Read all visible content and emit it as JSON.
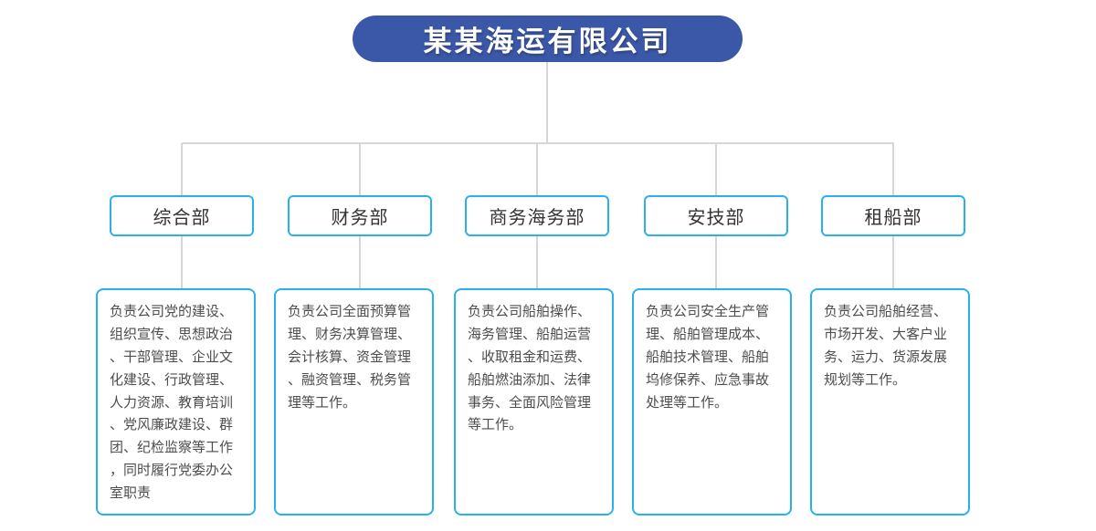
{
  "company": {
    "name": "某某海运有限公司"
  },
  "departments": [
    {
      "name": "综合部",
      "description": "负责公司党的建设、组织宣传、思想政治、干部管理、企业文化建设、行政管理、人力资源、教育培训、党风廉政建设、群团、纪检监察等工作，同时履行党委办公室职责"
    },
    {
      "name": "财务部",
      "description": "负责公司全面预算管理、财务决算管理、会计核算、资金管理、融资管理、税务管理等工作。"
    },
    {
      "name": "商务海务部",
      "description": "负责公司船舶操作、海务管理、船舶运营、收取租金和运费、船舶燃油添加、法律事务、全面风险管理等工作。"
    },
    {
      "name": "安技部",
      "description": "负责公司安全生产管理、船舶管理成本、船舶技术管理、船舶坞修保养、应急事故处理等工作。"
    },
    {
      "name": "租船部",
      "description": "负责公司船舶经营、市场开发、大客户业务、运力、货源发展规划等工作。"
    }
  ],
  "colors": {
    "root_background": "#3B57A7",
    "node_border": "#2AB0EA",
    "connector": "#D6D6D6"
  }
}
